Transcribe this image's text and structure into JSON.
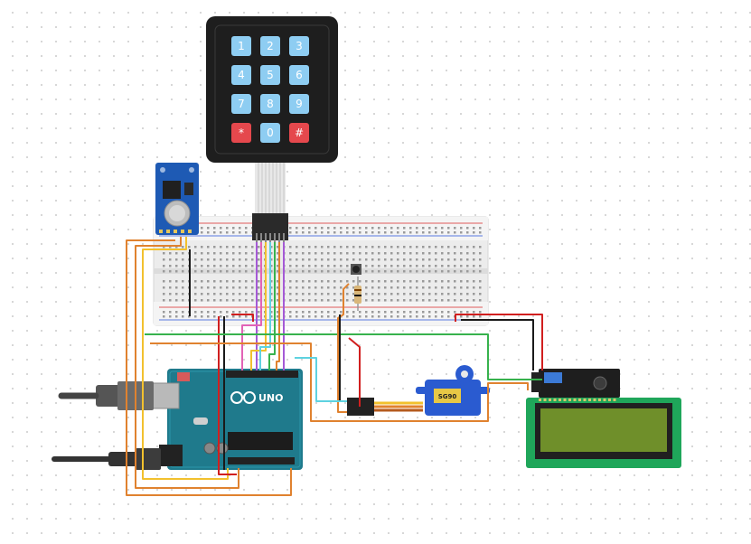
{
  "keypad": {
    "keys": [
      "1",
      "2",
      "3",
      "4",
      "5",
      "6",
      "7",
      "8",
      "9",
      "*",
      "0",
      "#"
    ]
  },
  "arduino": {
    "logo_text": "UNO"
  },
  "servo": {
    "label": "SG90"
  },
  "colors": {
    "keypad_body": "#1e1e1e",
    "key_blue": "#8ecdf2",
    "key_red": "#e5484d",
    "arduino_board": "#1f7a8c",
    "rtc_board": "#1e5ab4",
    "lcd_bezel": "#1fa65a",
    "lcd_screen": "#6f8f2a",
    "servo_body": "#2a5bd0",
    "wire_red": "#d11f1f",
    "wire_black": "#1a1a1a",
    "wire_orange": "#e0822f",
    "wire_green": "#37b24d",
    "wire_yellow": "#f2c12e",
    "wire_purple": "#a55ad6",
    "wire_pink": "#e263b6",
    "wire_cyan": "#5ed2e0"
  }
}
